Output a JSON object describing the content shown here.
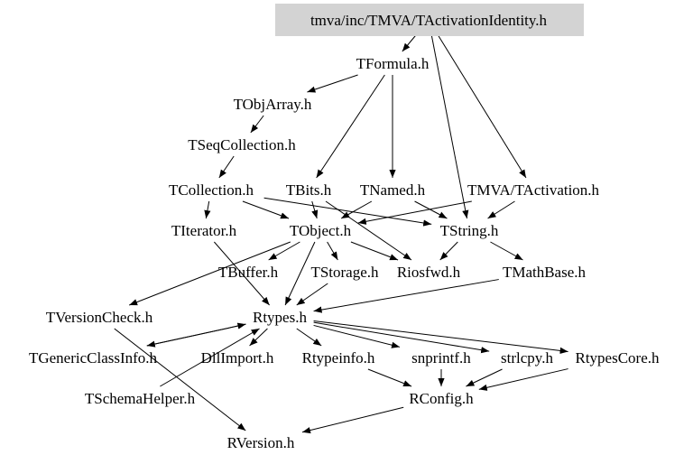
{
  "root": "tmva/inc/TMVA/TActivationIdentity.h",
  "nodes": {
    "root": "tmva/inc/TMVA/TActivationIdentity.h",
    "tformula": "TFormula.h",
    "tobjarray": "TObjArray.h",
    "tseqcollection": "TSeqCollection.h",
    "tcollection": "TCollection.h",
    "tbits": "TBits.h",
    "tnamed": "TNamed.h",
    "tactivation": "TMVA/TActivation.h",
    "titerator": "TIterator.h",
    "tobject": "TObject.h",
    "tstring": "TString.h",
    "tbuffer": "TBuffer.h",
    "tstorage": "TStorage.h",
    "riosfwd": "Riosfwd.h",
    "tmathbase": "TMathBase.h",
    "tversioncheck": "TVersionCheck.h",
    "rtypes": "Rtypes.h",
    "tgenericclassinfo": "TGenericClassInfo.h",
    "dllimport": "DllImport.h",
    "rtypeinfo": "Rtypeinfo.h",
    "snprintf": "snprintf.h",
    "strlcpy": "strlcpy.h",
    "rtypescore": "RtypesCore.h",
    "tschemahelper": "TSchemaHelper.h",
    "rconfig": "RConfig.h",
    "rversion": "RVersion.h"
  },
  "edges": [
    [
      "root",
      "tformula"
    ],
    [
      "root",
      "tactivation"
    ],
    [
      "root",
      "tstring"
    ],
    [
      "tformula",
      "tobjarray"
    ],
    [
      "tformula",
      "tbits"
    ],
    [
      "tformula",
      "tnamed"
    ],
    [
      "tobjarray",
      "tseqcollection"
    ],
    [
      "tseqcollection",
      "tcollection"
    ],
    [
      "tcollection",
      "titerator"
    ],
    [
      "tcollection",
      "tobject"
    ],
    [
      "tcollection",
      "tstring"
    ],
    [
      "tbits",
      "tobject"
    ],
    [
      "tbits",
      "riosfwd"
    ],
    [
      "tnamed",
      "tobject"
    ],
    [
      "tnamed",
      "tstring"
    ],
    [
      "tactivation",
      "tstring"
    ],
    [
      "tactivation",
      "tobject"
    ],
    [
      "titerator",
      "rtypes"
    ],
    [
      "tobject",
      "tbuffer"
    ],
    [
      "tobject",
      "tstorage"
    ],
    [
      "tobject",
      "riosfwd"
    ],
    [
      "tobject",
      "tversioncheck"
    ],
    [
      "tobject",
      "rtypes"
    ],
    [
      "tstring",
      "riosfwd"
    ],
    [
      "tstring",
      "tmathbase"
    ],
    [
      "tstorage",
      "rtypes"
    ],
    [
      "tmathbase",
      "rtypes"
    ],
    [
      "tversioncheck",
      "rversion"
    ],
    [
      "rtypes",
      "tgenericclassinfo"
    ],
    [
      "rtypes",
      "dllimport"
    ],
    [
      "rtypes",
      "rtypeinfo"
    ],
    [
      "rtypes",
      "snprintf"
    ],
    [
      "rtypes",
      "strlcpy"
    ],
    [
      "rtypes",
      "rtypescore"
    ],
    [
      "tgenericclassinfo",
      "rtypes"
    ],
    [
      "tschemahelper",
      "rtypes"
    ],
    [
      "rtypeinfo",
      "rconfig"
    ],
    [
      "snprintf",
      "rconfig"
    ],
    [
      "strlcpy",
      "rconfig"
    ],
    [
      "rtypescore",
      "rconfig"
    ],
    [
      "rconfig",
      "rversion"
    ]
  ],
  "colors": {
    "root_fill": "#d3d3d3",
    "edge": "#000000"
  }
}
